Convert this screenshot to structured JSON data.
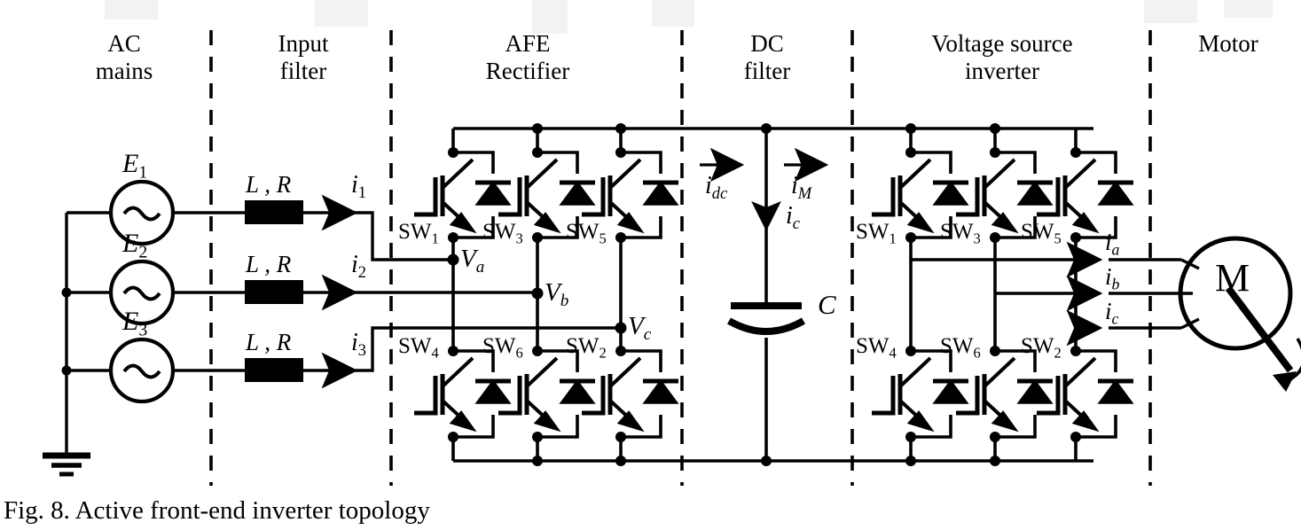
{
  "figure": {
    "caption": "Fig. 8. Active front-end inverter topology",
    "stroke_color": "#000000",
    "background": "#ffffff"
  },
  "sections": [
    {
      "id": "ac-mains",
      "line1": "AC",
      "line2": "mains"
    },
    {
      "id": "input-filter",
      "line1": "Input",
      "line2": "filter"
    },
    {
      "id": "afe-rectifier",
      "line1": "AFE",
      "line2": "Rectifier"
    },
    {
      "id": "dc-filter",
      "line1": "DC",
      "line2": "filter"
    },
    {
      "id": "vsi",
      "line1": "Voltage source",
      "line2": "inverter"
    },
    {
      "id": "motor",
      "line1": "Motor",
      "line2": ""
    }
  ],
  "ac_mains": {
    "sources": [
      {
        "label": "E",
        "sub": "1",
        "symbol": "~"
      },
      {
        "label": "E",
        "sub": "2",
        "symbol": "~"
      },
      {
        "label": "E",
        "sub": "3",
        "symbol": "~"
      }
    ],
    "ground": "earth-ground"
  },
  "input_filter": {
    "elements": [
      {
        "label": "L , R",
        "current": "i",
        "current_sub": "1"
      },
      {
        "label": "L , R",
        "current": "i",
        "current_sub": "2"
      },
      {
        "label": "L , R",
        "current": "i",
        "current_sub": "3"
      }
    ]
  },
  "rectifier": {
    "upper_switches": [
      "SW",
      "SW",
      "SW"
    ],
    "upper_subs": [
      "1",
      "3",
      "5"
    ],
    "lower_switches": [
      "SW",
      "SW",
      "SW"
    ],
    "lower_subs": [
      "4",
      "6",
      "2"
    ],
    "node_labels": [
      {
        "label": "V",
        "sub": "a"
      },
      {
        "label": "V",
        "sub": "b"
      },
      {
        "label": "V",
        "sub": "c"
      }
    ]
  },
  "dc_filter": {
    "capacitor": "C",
    "currents": [
      {
        "label": "i",
        "sub": "dc",
        "direction": "right"
      },
      {
        "label": "i",
        "sub": "M",
        "direction": "right"
      },
      {
        "label": "i",
        "sub": "c",
        "direction": "down"
      }
    ]
  },
  "inverter": {
    "upper_switches": [
      "SW",
      "SW",
      "SW"
    ],
    "upper_subs": [
      "1",
      "3",
      "5"
    ],
    "lower_switches": [
      "SW",
      "SW",
      "SW"
    ],
    "lower_subs": [
      "4",
      "6",
      "2"
    ],
    "output_currents": [
      {
        "label": "i",
        "sub": "a"
      },
      {
        "label": "i",
        "sub": "b"
      },
      {
        "label": "i",
        "sub": "c"
      }
    ]
  },
  "motor": {
    "symbol": "M",
    "shaft": "rotating-shaft"
  }
}
